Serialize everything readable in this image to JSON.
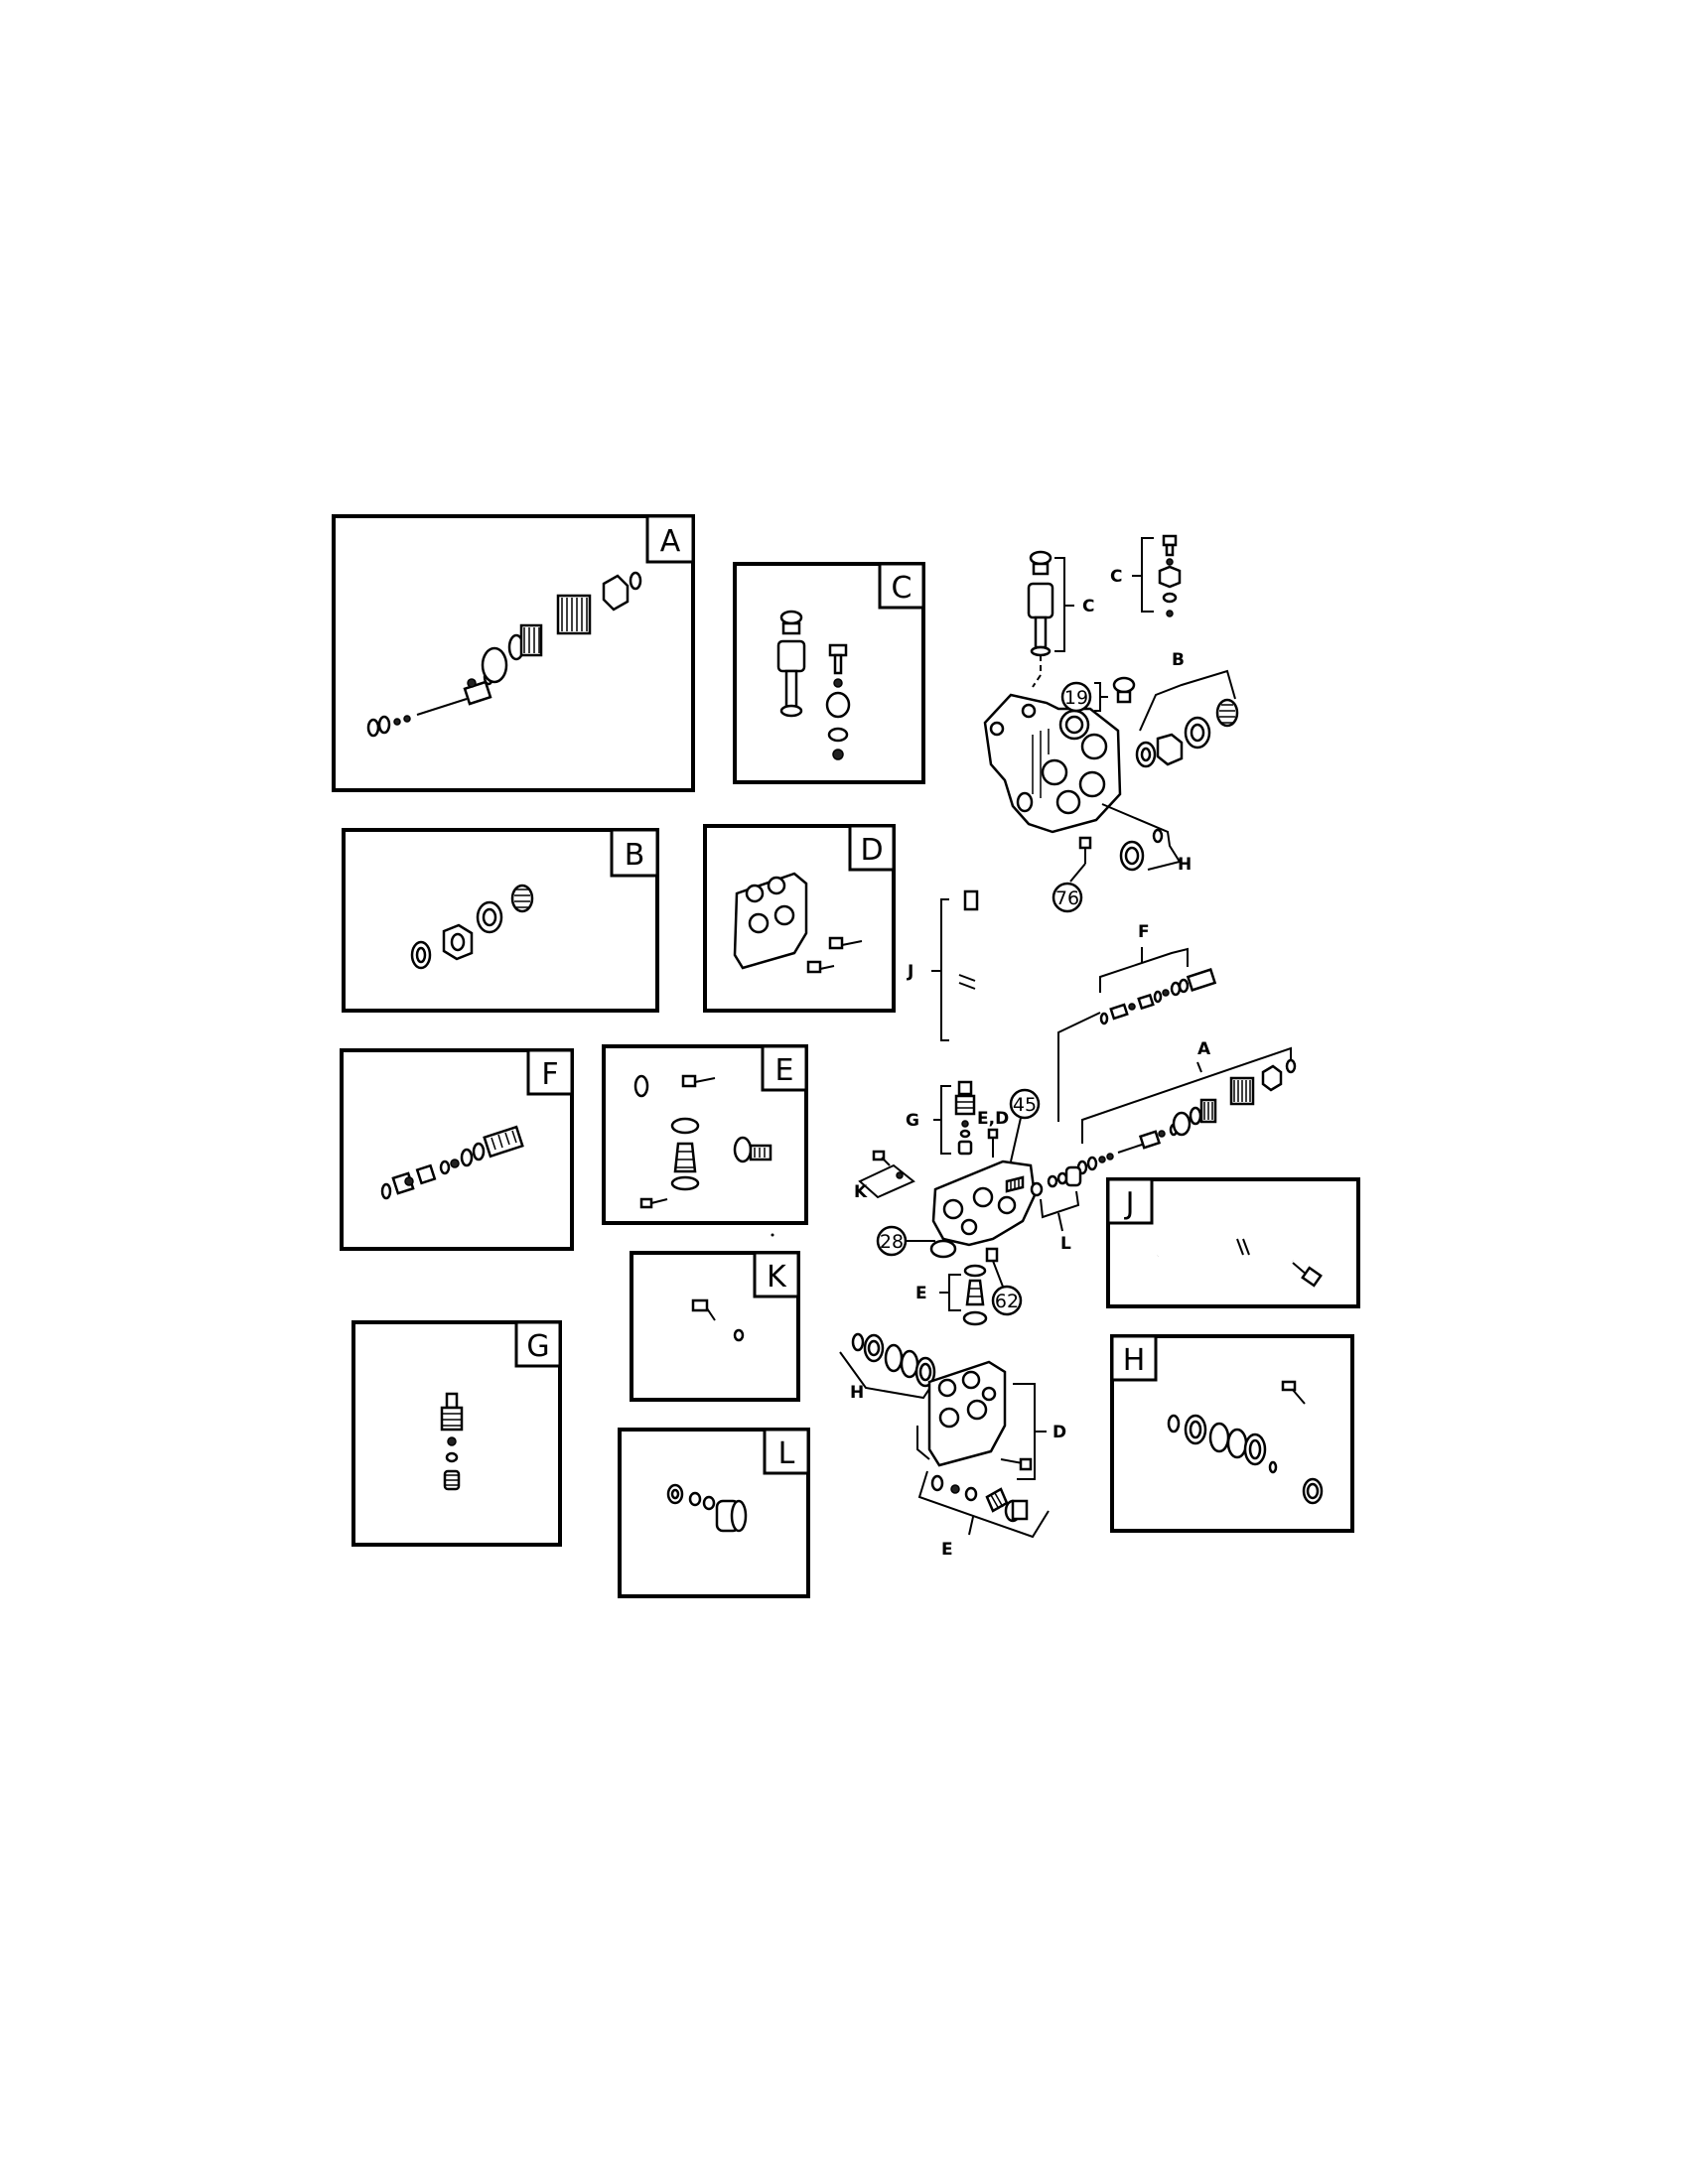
{
  "kit_panels": [
    {
      "letter": "A"
    },
    {
      "letter": "B"
    },
    {
      "letter": "C"
    },
    {
      "letter": "D"
    },
    {
      "letter": "E"
    },
    {
      "letter": "F"
    },
    {
      "letter": "G"
    },
    {
      "letter": "H"
    },
    {
      "letter": "J"
    },
    {
      "letter": "K"
    },
    {
      "letter": "L"
    }
  ],
  "callouts": [
    {
      "number": "19"
    },
    {
      "number": "76"
    },
    {
      "number": "45"
    },
    {
      "number": "28"
    },
    {
      "number": "62"
    }
  ],
  "assembly_labels": {
    "c_upper": "C",
    "c_lower": "C",
    "b": "B",
    "h_right": "H",
    "f": "F",
    "a": "A",
    "j": "J",
    "g": "G",
    "ed": "E,D",
    "k": "K",
    "l": "L",
    "e_upper": "E",
    "h_left": "H",
    "d": "D",
    "e_lower": "E"
  }
}
